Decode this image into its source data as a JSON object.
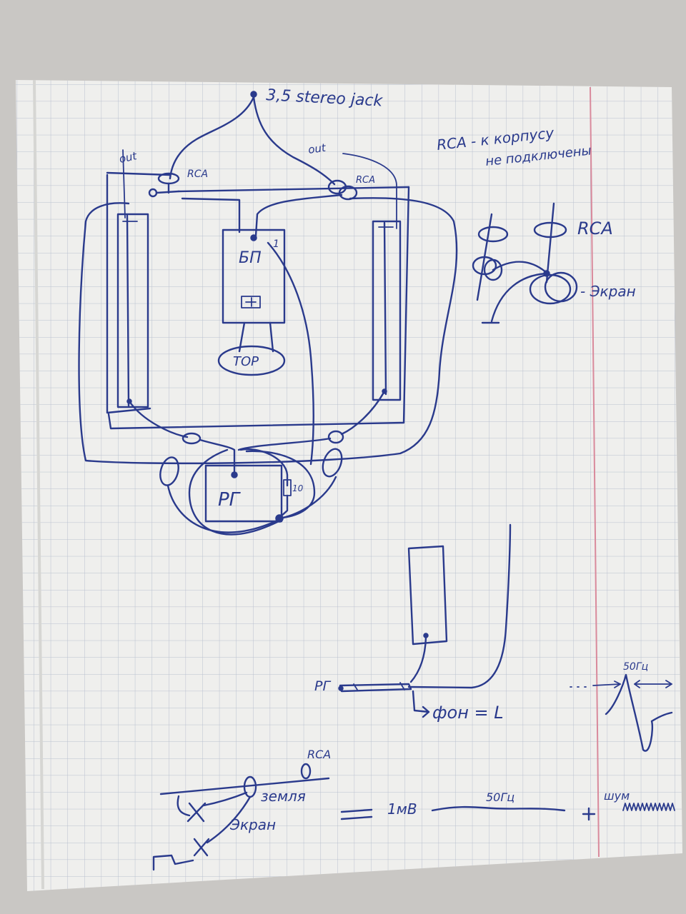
{
  "colors": {
    "paper": "#efefed",
    "grid": "#b9c0cf",
    "margin_line": "#d98a9c",
    "ink": "#2a3a8c",
    "table": "#c9c7c4"
  },
  "labels": {
    "stereo_jack": "3,5 stereo jack",
    "out_left": "out",
    "out_right": "out",
    "rca_left": "RCA",
    "rca_right": "RCA",
    "rca_note_1": "RCA - к корпусу",
    "rca_note_2": "не подключены",
    "bp": "БП",
    "tor": "TOP",
    "rg": "РГ",
    "resistor": "10",
    "rca_detail": "RCA",
    "ekran_detail": "- Экран",
    "rg_bottom": "РГ",
    "fon": "фон = L",
    "pulse_50gts": "50Гц",
    "rca_bottom": "RCA",
    "zemlya": "земля",
    "ekran_bottom": "Экран",
    "equals": "=",
    "one_mv": "1мВ",
    "fifty_gts": "50Гц",
    "plus": "+",
    "shum": "шум"
  }
}
